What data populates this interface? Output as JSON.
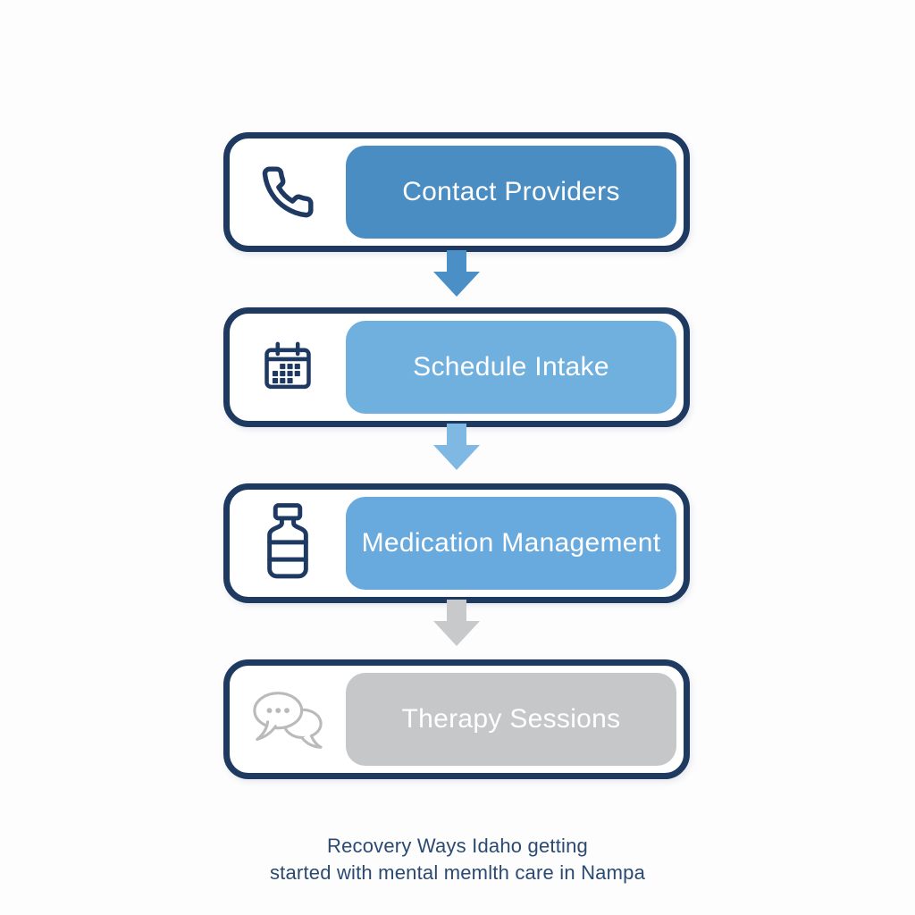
{
  "page": {
    "background": "#fdfdfe"
  },
  "flowchart": {
    "steps": [
      {
        "label": "Contact Providers",
        "icon": "phone-icon",
        "fill": "#4a8dc3",
        "label_color": "#ffffff",
        "border_color": "#1e3a60",
        "icon_color": "#1e3a63"
      },
      {
        "label": "Schedule Intake",
        "icon": "calendar-icon",
        "fill": "#70b0df",
        "label_color": "#ffffff",
        "border_color": "#1e3a60",
        "icon_color": "#1e3a63"
      },
      {
        "label": "Medication Management",
        "icon": "medication-bottle-icon",
        "fill": "#68aadd",
        "label_color": "#ffffff",
        "border_color": "#1e3a60",
        "icon_color": "#1e3a63"
      },
      {
        "label": "Therapy Sessions",
        "icon": "chat-bubbles-icon",
        "fill": "#c6c7c9",
        "label_color": "#ffffff",
        "border_color": "#1e3a60",
        "icon_color": "#b9babb"
      }
    ],
    "arrows": [
      {
        "color": "#4a90c6"
      },
      {
        "color": "#80b8e4"
      },
      {
        "color": "#c8c9cb"
      }
    ]
  },
  "caption": {
    "line1": "Recovery Ways Idaho getting",
    "line2": "started with mental memlth care in Nampa",
    "color": "#2b4a72"
  }
}
